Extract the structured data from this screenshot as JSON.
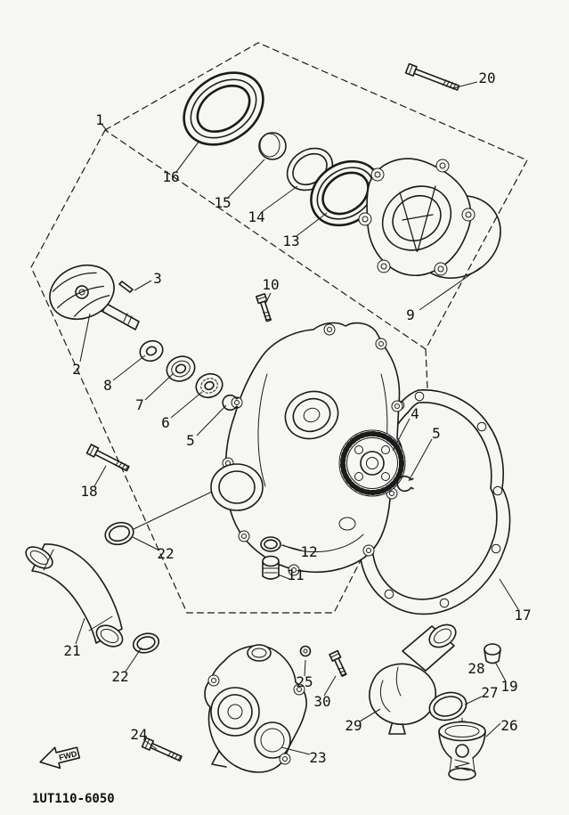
{
  "page": {
    "background": "#f6f6f3",
    "ink": "#1b1b1b"
  },
  "diagram": {
    "part_code": "1UT110-6050",
    "fwd_label": "FWD",
    "callouts": {
      "c1": "1",
      "c2": "2",
      "c3": "3",
      "c4": "4",
      "c5a": "5",
      "c5b": "5",
      "c6": "6",
      "c7": "7",
      "c8": "8",
      "c9": "9",
      "c10": "10",
      "c11": "11",
      "c12": "12",
      "c13": "13",
      "c14": "14",
      "c15": "15",
      "c16": "16",
      "c17": "17",
      "c18": "18",
      "c19": "19",
      "c20": "20",
      "c21": "21",
      "c22a": "22",
      "c22b": "22",
      "c23": "23",
      "c24": "24",
      "c25": "25",
      "c26": "26",
      "c27": "27",
      "c28": "28",
      "c29": "29",
      "c30": "30"
    }
  }
}
